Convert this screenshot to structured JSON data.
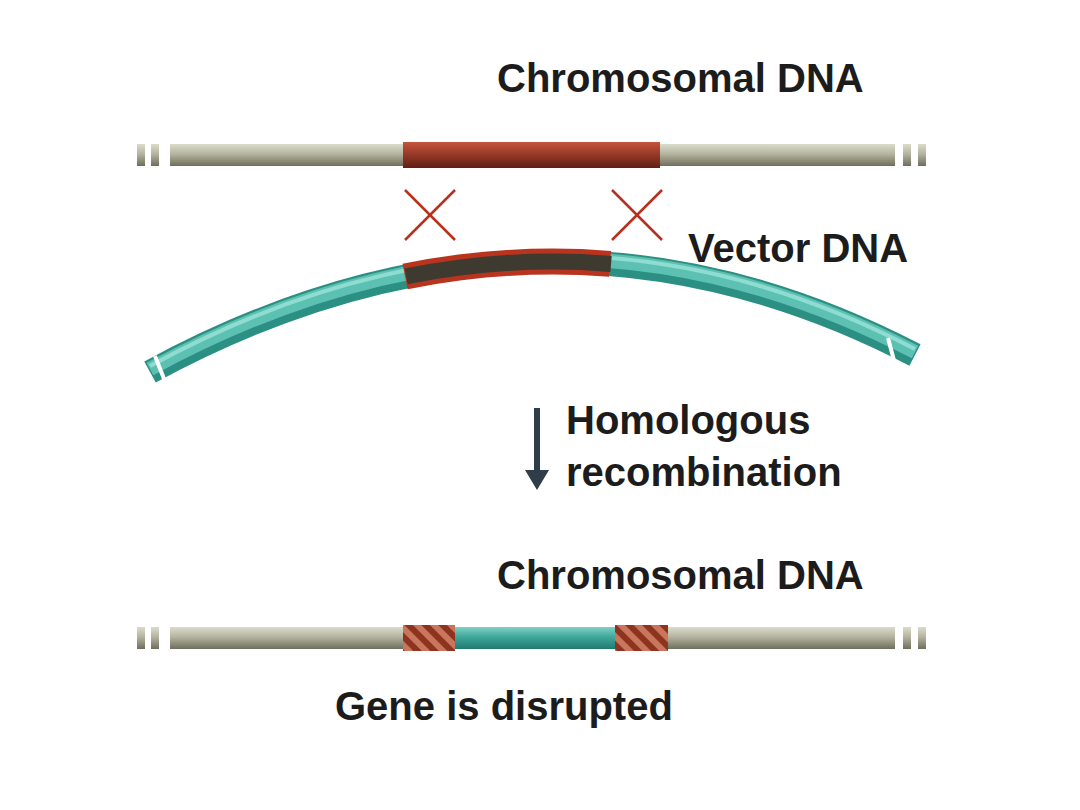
{
  "diagram": {
    "labels": [
      "Chromosomal DNA",
      "Vector DNA",
      "Homologous recombination",
      "Chromosomal DNA",
      "Gene is disrupted"
    ]
  }
}
